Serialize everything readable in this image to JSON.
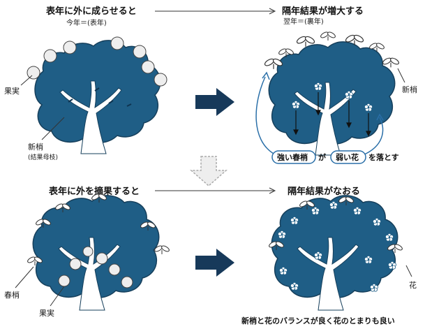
{
  "panels": {
    "top_left": {
      "heading": "表年に外に成らせると",
      "subheading": "今年＝(表年)",
      "label_fruit": "果実",
      "label_shoot": "新梢",
      "label_shoot_sub": "(結果母枝)"
    },
    "top_right": {
      "heading": "隔年結果が増大する",
      "subheading": "翌年＝(裏年)",
      "label_shoot": "新梢",
      "note_part1": "強い春梢",
      "note_part2": "が",
      "note_part3": "弱い花",
      "note_part4": "を落とす"
    },
    "bottom_left": {
      "heading": "表年に外を摘果すると",
      "label_spring_shoot": "春梢",
      "label_fruit": "果実"
    },
    "bottom_right": {
      "heading": "隔年結果がなおる",
      "label_flower": "花",
      "caption": "新梢と花のバランスが良く花のとまりも良い"
    }
  },
  "colors": {
    "canopy": "#1f5e86",
    "arrow": "#17395a",
    "highlight": "#2a6fa8"
  }
}
